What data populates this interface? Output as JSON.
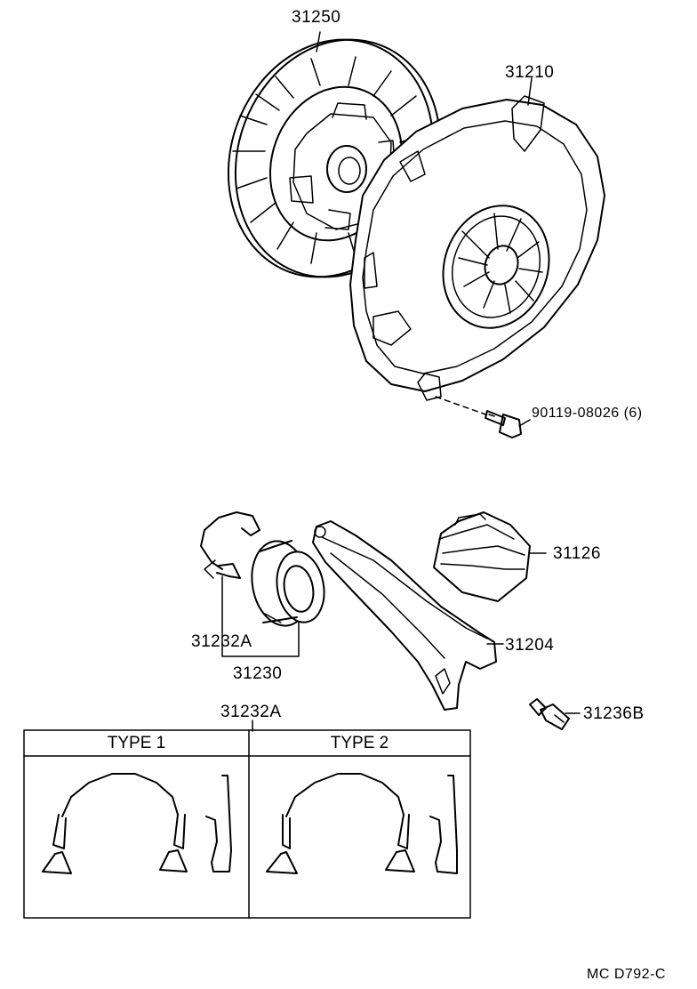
{
  "parts": {
    "clutch_disc": "31250",
    "clutch_cover": "31210",
    "bolt": "90119-08026",
    "bolt_qty": "(6)",
    "release_fork_boot": "31126",
    "release_fork": "31204",
    "release_bearing_clip": "31232A",
    "release_bearing_assy": "31230",
    "release_fork_support": "31236B",
    "clip_table_ref": "31232A"
  },
  "table": {
    "type1": "TYPE 1",
    "type2": "TYPE 2"
  },
  "drawing_code": "MC D792-C"
}
